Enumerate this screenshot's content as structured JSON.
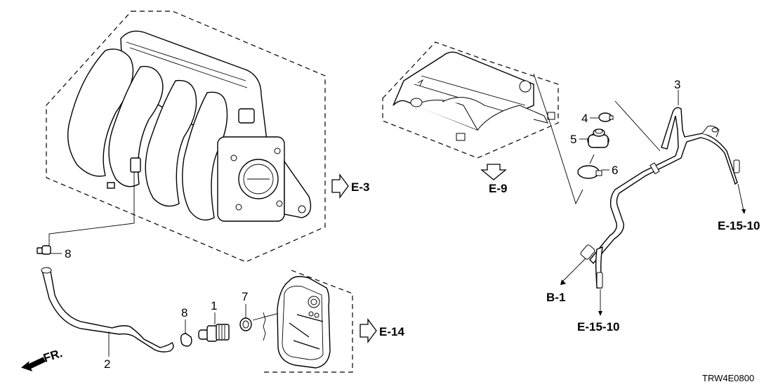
{
  "diagram": {
    "title_code": "TRW4E0800",
    "front_indicator": "FR.",
    "callouts": [
      {
        "id": "c1",
        "label": "1"
      },
      {
        "id": "c2",
        "label": "2"
      },
      {
        "id": "c3",
        "label": "3"
      },
      {
        "id": "c4",
        "label": "4"
      },
      {
        "id": "c5",
        "label": "5"
      },
      {
        "id": "c6",
        "label": "6"
      },
      {
        "id": "c7",
        "label": "7"
      },
      {
        "id": "c8a",
        "label": "8"
      },
      {
        "id": "c8b",
        "label": "8"
      }
    ],
    "references": [
      {
        "id": "ref-e3",
        "label": "E-3"
      },
      {
        "id": "ref-e9",
        "label": "E-9"
      },
      {
        "id": "ref-e14",
        "label": "E-14"
      },
      {
        "id": "ref-e1510-right",
        "label": "E-15-10"
      },
      {
        "id": "ref-e1510-bottom",
        "label": "E-15-10"
      },
      {
        "id": "ref-b1",
        "label": "B-1"
      }
    ],
    "parts": [
      {
        "name": "intake-manifold"
      },
      {
        "name": "pcv-valve",
        "callout": "1"
      },
      {
        "name": "pcv-hose",
        "callout": "2"
      },
      {
        "name": "breather-pipe",
        "callout": "3"
      },
      {
        "name": "clamp",
        "callout": "4"
      },
      {
        "name": "grommet",
        "callout": "5"
      },
      {
        "name": "clamp",
        "callout": "6"
      },
      {
        "name": "o-ring",
        "callout": "7"
      },
      {
        "name": "hose-clip",
        "callout": "8"
      },
      {
        "name": "head-cover-assembly"
      },
      {
        "name": "separator-cover"
      }
    ]
  }
}
